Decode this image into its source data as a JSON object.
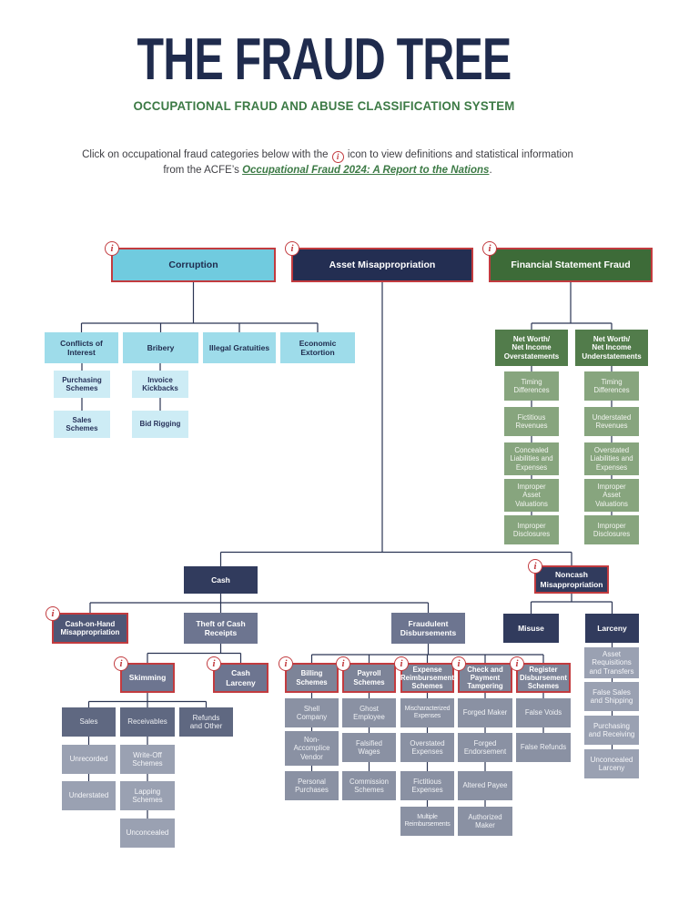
{
  "header": {
    "title": "THE FRAUD TREE",
    "subtitle": "OCCUPATIONAL FRAUD AND ABUSE CLASSIFICATION SYSTEM",
    "instruction_before": "Click on occupational fraud categories below with the ",
    "instruction_after": " icon to view definitions and statistical information from the ACFE’s ",
    "link_text": "Occupational Fraud 2024: A Report to the Nations",
    "instruction_period": "."
  },
  "icons": {
    "info": "i"
  },
  "colors": {
    "navy": "#1f2b4d",
    "green": "#3c7a45",
    "red_accent": "#c23b3f",
    "light_blue": "#70cbdf",
    "dark_green_box": "#3d6b38",
    "connector": "#2b3553"
  },
  "nodes": {
    "corruption": "Corruption",
    "asset_misappropriation": "Asset Misappropriation",
    "financial_statement_fraud": "Financial Statement Fraud",
    "conflicts_of_interest": "Conflicts of\nInterest",
    "bribery": "Bribery",
    "illegal_gratuities": "Illegal Gratuities",
    "economic_extortion": "Economic\nExtortion",
    "purchasing_schemes": "Purchasing\nSchemes",
    "sales_schemes": "Sales\nSchemes",
    "invoice_kickbacks": "Invoice\nKickbacks",
    "bid_rigging": "Bid Rigging",
    "nw_overstatements": "Net Worth/\nNet Income\nOverstatements",
    "nw_understatements": "Net Worth/\nNet Income\nUnderstatements",
    "timing_differences_over": "Timing\nDifferences",
    "fictitious_revenues": "Fictitious\nRevenues",
    "concealed_liabilities": "Concealed\nLiabilities and\nExpenses",
    "improper_asset_over": "Improper\nAsset\nValuations",
    "improper_disclosures_over": "Improper\nDisclosures",
    "timing_differences_under": "Timing\nDifferences",
    "understated_revenues": "Understated\nRevenues",
    "overstated_liabilities": "Overstated\nLiabilities and\nExpenses",
    "improper_asset_under": "Improper\nAsset\nValuations",
    "improper_disclosures_under": "Improper\nDisclosures",
    "cash": "Cash",
    "noncash": "Noncash\nMisappropriation",
    "cash_on_hand": "Cash-on-Hand\nMisappropriation",
    "theft_of_cash": "Theft of Cash\nReceipts",
    "fraudulent_disbursements": "Fraudulent\nDisbursements",
    "misuse": "Misuse",
    "larceny": "Larceny",
    "skimming": "Skimming",
    "cash_larceny": "Cash Larceny",
    "sales": "Sales",
    "receivables": "Receivables",
    "refunds_and_other": "Refunds\nand Other",
    "unrecorded": "Unrecorded",
    "write_off_schemes": "Write-Off\nSchemes",
    "understated": "Understated",
    "lapping_schemes": "Lapping\nSchemes",
    "unconcealed": "Unconcealed",
    "billing_schemes": "Billing\nSchemes",
    "payroll_schemes": "Payroll\nSchemes",
    "expense_reimbursement_schemes": "Expense\nReimbursement\nSchemes",
    "check_payment_tampering": "Check and\nPayment\nTampering",
    "register_disbursement_schemes": "Register\nDisbursement\nSchemes",
    "shell_company": "Shell\nCompany",
    "non_accomplice_vendor": "Non-\nAccomplice\nVendor",
    "personal_purchases": "Personal\nPurchases",
    "ghost_employee": "Ghost\nEmployee",
    "falsified_wages": "Falsified\nWages",
    "commission_schemes": "Commission\nSchemes",
    "mischaracterized_expenses": "Mischaracterized\nExpenses",
    "overstated_expenses": "Overstated\nExpenses",
    "fictitious_expenses": "Fictitious\nExpenses",
    "multiple_reimbursements": "Multiple\nReimbursements",
    "forged_maker": "Forged Maker",
    "forged_endorsement": "Forged\nEndorsement",
    "altered_payee": "Altered Payee",
    "authorized_maker": "Authorized\nMaker",
    "false_voids": "False Voids",
    "false_refunds": "False Refunds",
    "asset_requisitions": "Asset\nRequisitions\nand Transfers",
    "false_sales_shipping": "False Sales\nand Shipping",
    "purchasing_receiving": "Purchasing\nand Receiving",
    "unconcealed_larceny": "Unconcealed\nLarceny"
  }
}
